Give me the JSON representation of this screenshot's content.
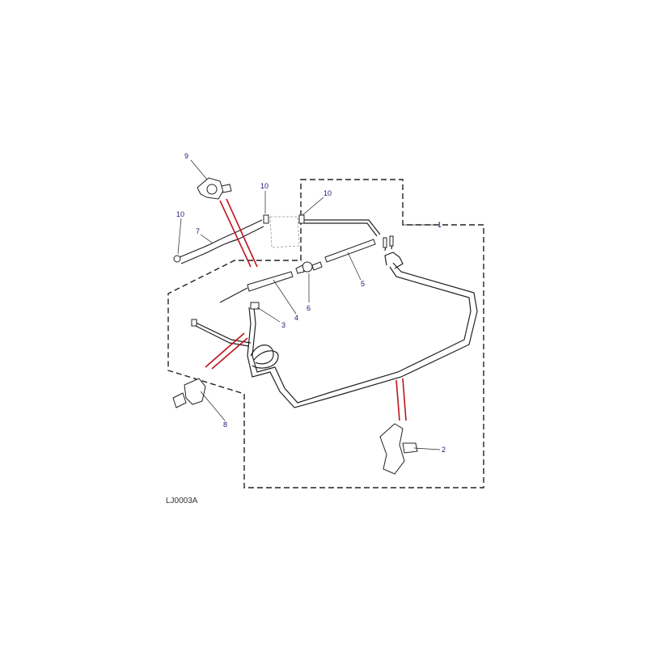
{
  "drawing_code": "LJ0003A",
  "callouts": [
    {
      "id": "c9",
      "label": "9"
    },
    {
      "id": "c10a",
      "label": "10"
    },
    {
      "id": "c10b",
      "label": "10"
    },
    {
      "id": "c10c",
      "label": "10"
    },
    {
      "id": "c7",
      "label": "7"
    },
    {
      "id": "c1",
      "label": "1"
    },
    {
      "id": "c5",
      "label": "5"
    },
    {
      "id": "c6a",
      "label": "6"
    },
    {
      "id": "c4",
      "label": "4"
    },
    {
      "id": "c3",
      "label": "3"
    },
    {
      "id": "c8",
      "label": "8"
    },
    {
      "id": "c2",
      "label": "2"
    }
  ],
  "colors": {
    "line": "#222222",
    "highlight": "#c0141c",
    "callout_text": "#1a1a7a"
  }
}
